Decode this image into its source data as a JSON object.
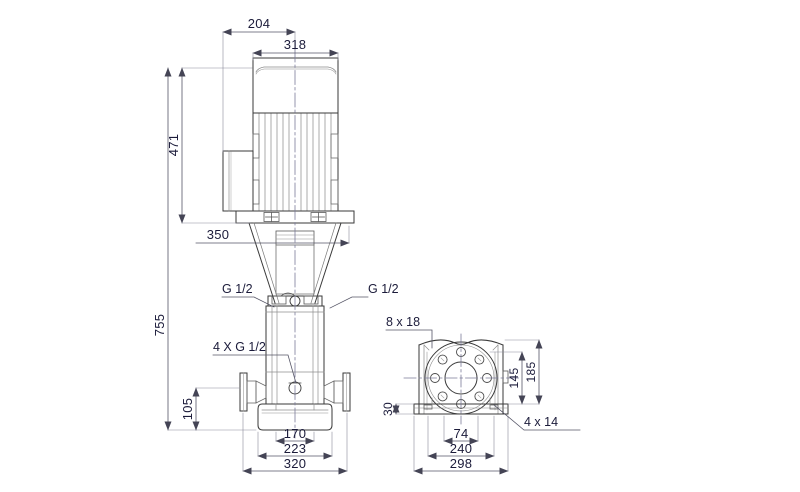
{
  "drawing": {
    "type": "technical-dimension-drawing",
    "subject": "vertical multistage centrifugal pump",
    "units": "mm",
    "views": [
      {
        "name": "front-elevation",
        "position": "left"
      },
      {
        "name": "end-elevation-base",
        "position": "right"
      }
    ]
  },
  "front_view": {
    "dimensions": {
      "motor_offset_204": "204",
      "motor_width_318": "318",
      "motor_height_471": "471",
      "lantern_width_350": "350",
      "total_height_755": "755",
      "flange_height_105": "105",
      "base_width_170": "170",
      "base_width_223": "223",
      "base_width_320": "320"
    },
    "labels": {
      "gauge_port_left": "G 1/2",
      "gauge_port_right": "G 1/2",
      "drain_ports": "4 X G 1/2"
    }
  },
  "end_view": {
    "dimensions": {
      "flange_bolts_8x18": "8 x 18",
      "base_thickness_30": "30",
      "flange_centre_145": "145",
      "flange_top_185": "185",
      "slot_spacing_74": "74",
      "base_bolt_240": "240",
      "base_width_298": "298"
    },
    "labels": {
      "base_holes": "4 x 14"
    }
  },
  "colors": {
    "outline": "#3a3a3a",
    "thin_line": "#7a7a7a",
    "dim_line": "#555566",
    "text": "#1b1b3a",
    "centre_line": "#6b6b8a",
    "background": "#ffffff"
  }
}
